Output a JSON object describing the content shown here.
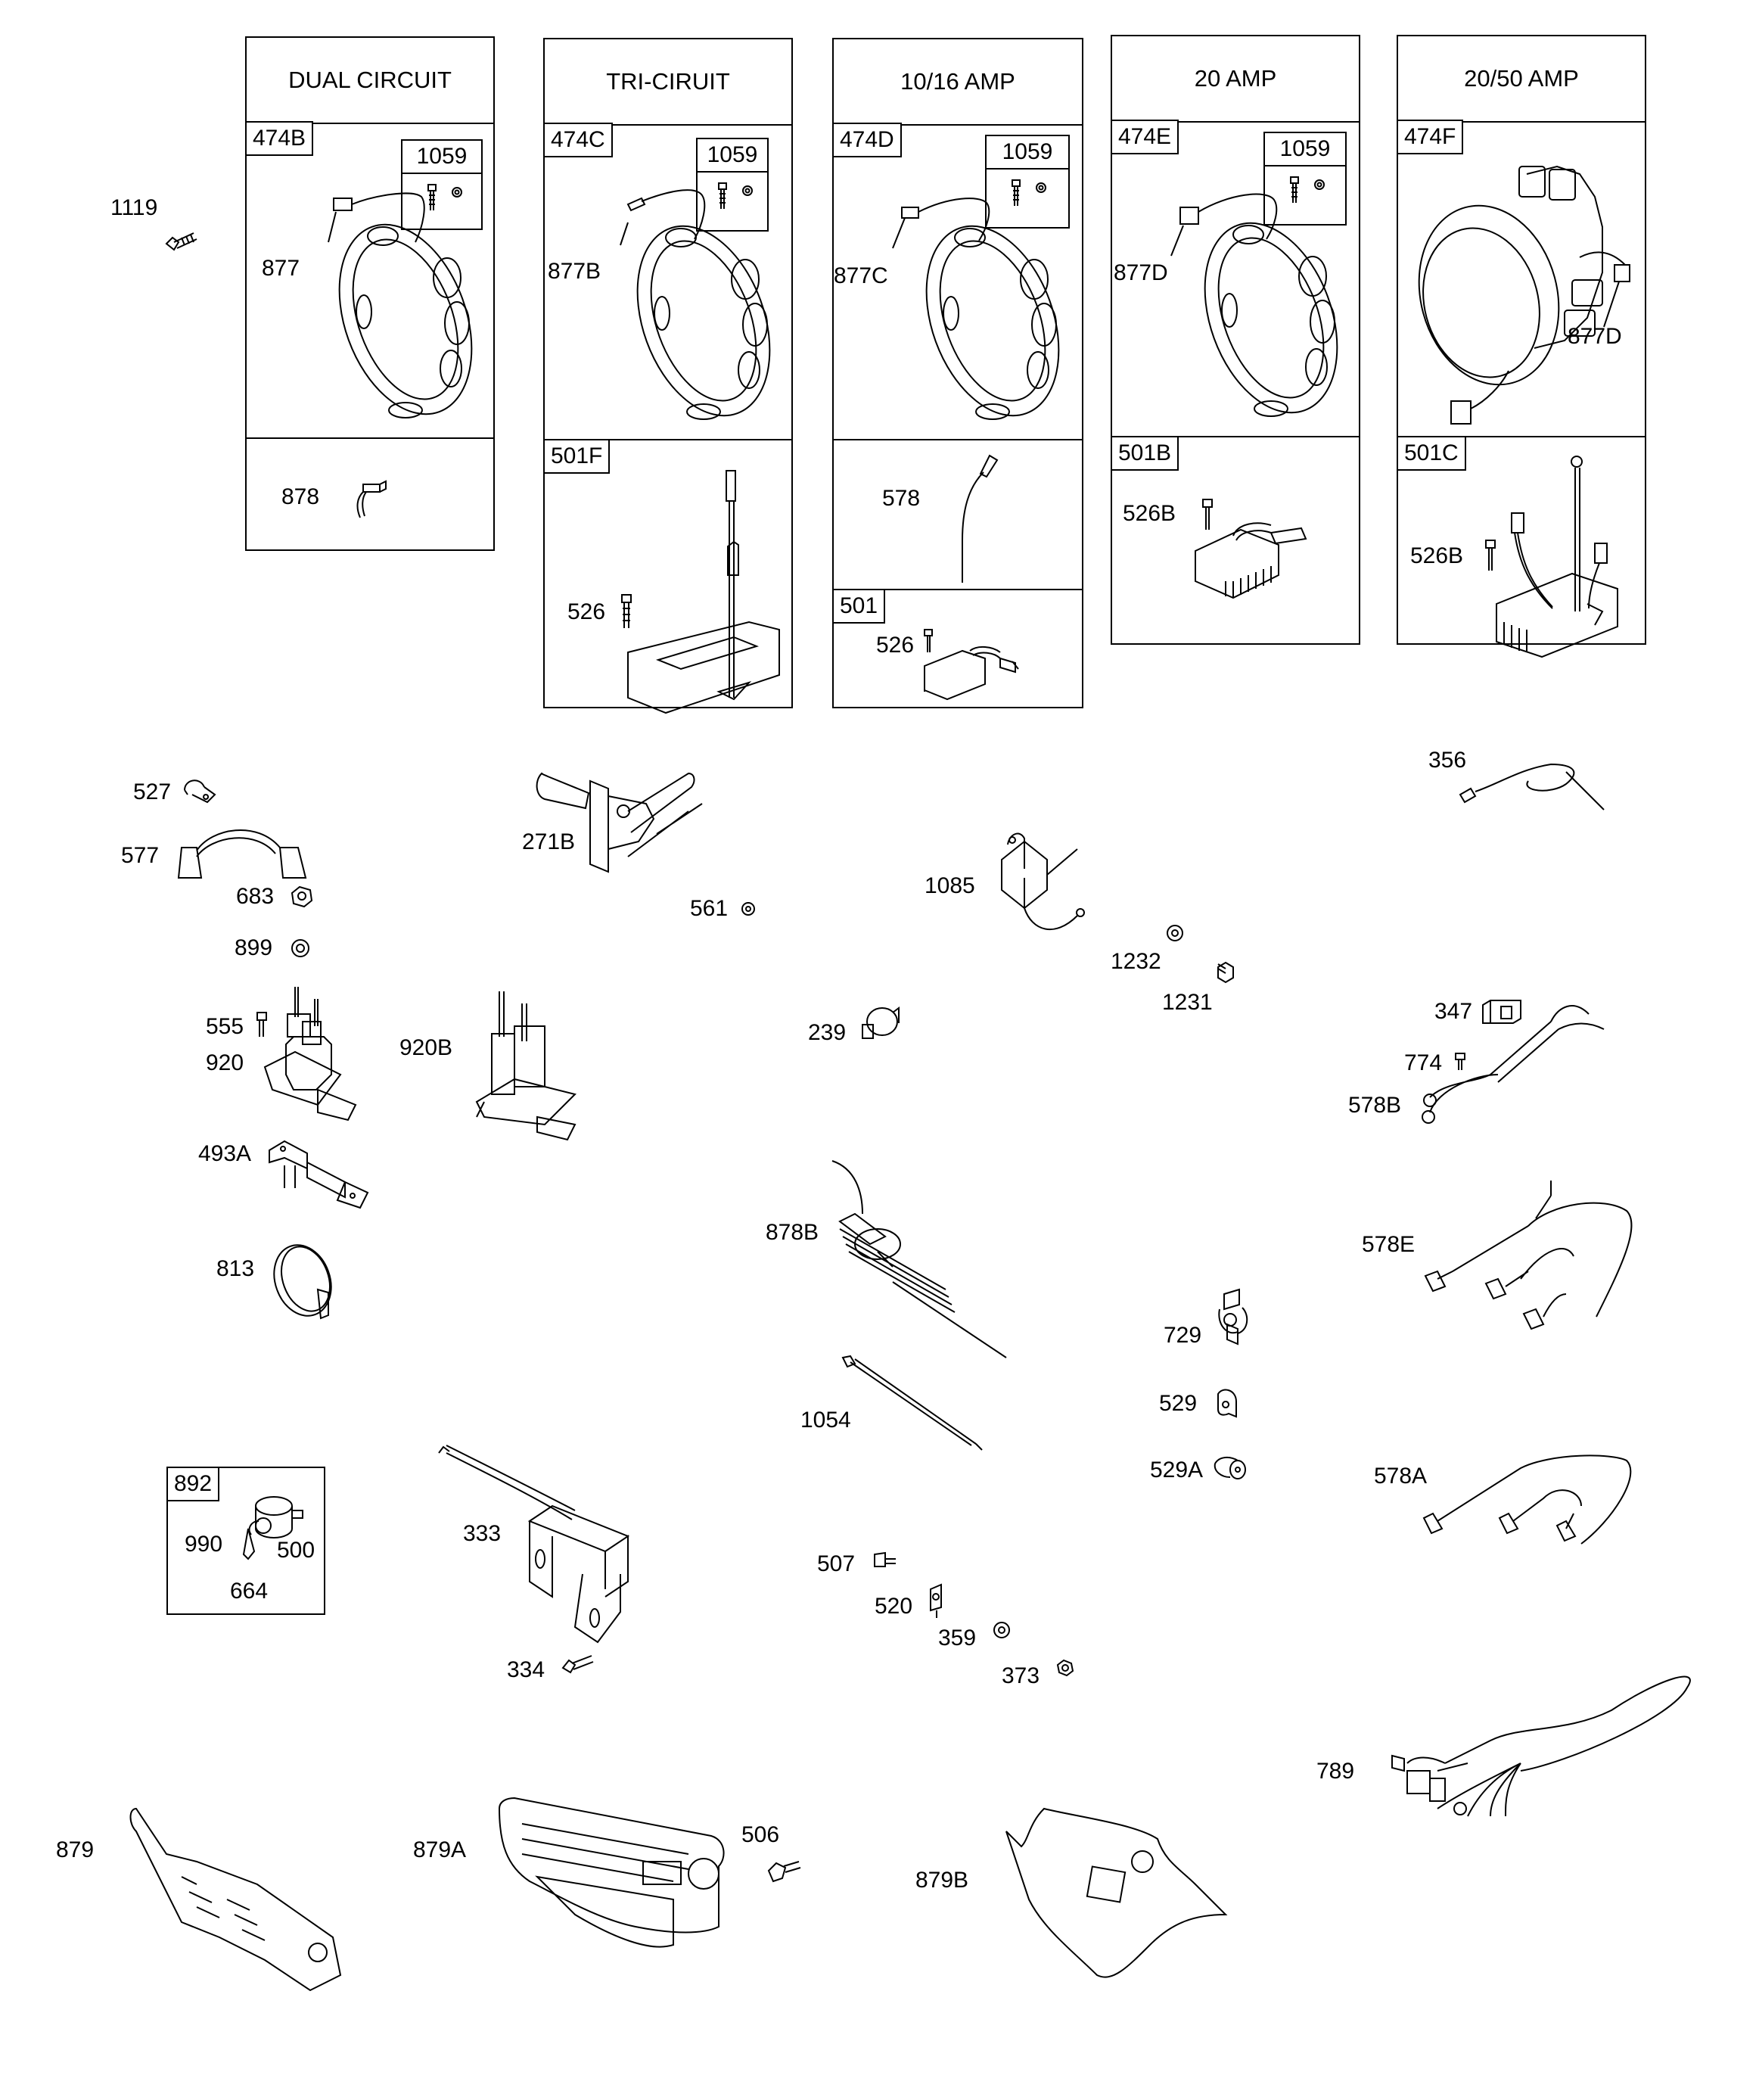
{
  "panels": [
    {
      "header": "DUAL CIRCUIT",
      "stator": "474B",
      "kit": "1059",
      "lead": "877",
      "lower": [
        {
          "tag": "",
          "parts": [
            "878"
          ]
        }
      ]
    },
    {
      "header": "TRI-CIRUIT",
      "stator": "474C",
      "kit": "1059",
      "lead": "877B",
      "lower": [
        {
          "tag": "501F",
          "parts": [
            "526"
          ]
        }
      ]
    },
    {
      "header": "10/16 AMP",
      "stator": "474D",
      "kit": "1059",
      "lead": "877C",
      "lower": [
        {
          "tag": "",
          "parts": [
            "578"
          ]
        },
        {
          "tag": "501",
          "parts": [
            "526"
          ]
        }
      ]
    },
    {
      "header": "20 AMP",
      "stator": "474E",
      "kit": "1059",
      "lead": "877D",
      "lower": [
        {
          "tag": "501B",
          "parts": [
            "526B"
          ]
        }
      ]
    },
    {
      "header": "20/50 AMP",
      "stator": "474F",
      "kit": "",
      "lead": "877D",
      "lower": [
        {
          "tag": "501C",
          "parts": [
            "526B"
          ]
        }
      ]
    }
  ],
  "loose_parts": {
    "p1119": "1119",
    "p527": "527",
    "p577": "577",
    "p683": "683",
    "p899": "899",
    "p555": "555",
    "p920": "920",
    "p920B": "920B",
    "p493A": "493A",
    "p813": "813",
    "p271B": "271B",
    "p561": "561",
    "p1085": "1085",
    "p1232": "1232",
    "p1231": "1231",
    "p239": "239",
    "p878B": "878B",
    "p1054": "1054",
    "p729": "729",
    "p529": "529",
    "p529A": "529A",
    "p356": "356",
    "p347": "347",
    "p774": "774",
    "p578B": "578B",
    "p578E": "578E",
    "p578A": "578A",
    "p333": "333",
    "p334": "334",
    "p507": "507",
    "p520": "520",
    "p359": "359",
    "p373": "373",
    "p789": "789",
    "p879": "879",
    "p879A": "879A",
    "p506": "506",
    "p879B": "879B"
  },
  "ignition_kit": {
    "tag": "892",
    "parts": [
      "990",
      "500",
      "664"
    ]
  }
}
